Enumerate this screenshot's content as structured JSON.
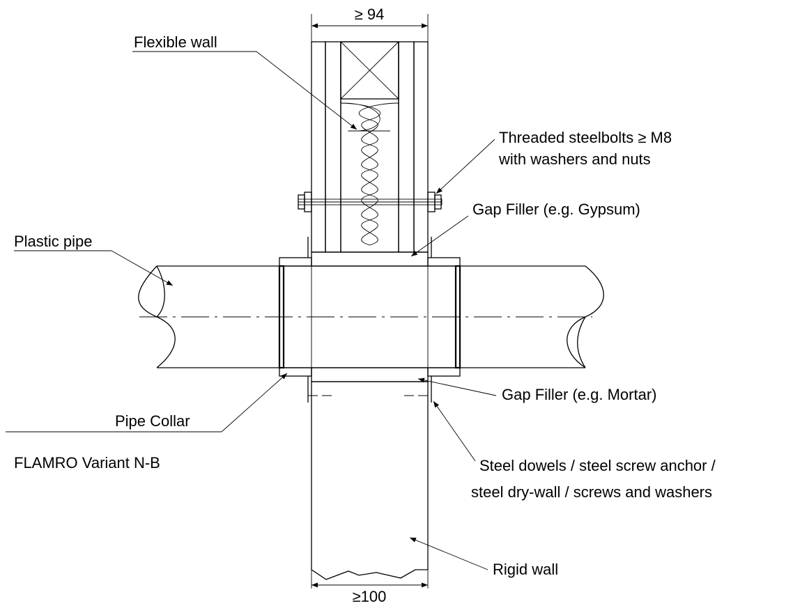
{
  "dimensions": {
    "top": "≥ 94",
    "bottom": "≥100"
  },
  "labels": {
    "flexible_wall": "Flexible wall",
    "threaded_bolts_line1": "Threaded steelbolts ≥ M8",
    "threaded_bolts_line2": "with washers and nuts",
    "gap_filler_gypsum": "Gap Filler (e.g. Gypsum)",
    "plastic_pipe": "Plastic pipe",
    "gap_filler_mortar": "Gap Filler (e.g. Mortar)",
    "pipe_collar": "Pipe Collar",
    "variant": "FLAMRO Variant N-B",
    "dowels_line1": "Steel dowels / steel screw anchor /",
    "dowels_line2": "steel dry-wall / screws and washers",
    "rigid_wall": "Rigid wall"
  },
  "colors": {
    "ink": "#000000",
    "collar_fill": "#8a8a8a",
    "background": "#ffffff"
  }
}
